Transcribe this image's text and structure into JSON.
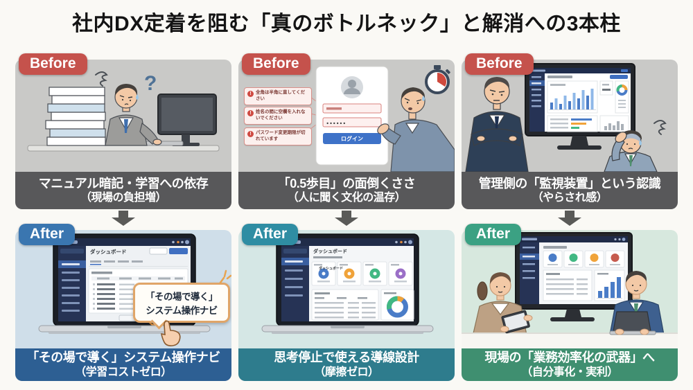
{
  "page": {
    "title": "社内DX定着を阻む「真のボトルネック」と解消への3本柱"
  },
  "badges": {
    "before": "Before",
    "after": "After"
  },
  "glyphs": {
    "question_mark": "?",
    "alert_mark": "!"
  },
  "columns": [
    {
      "before": {
        "caption": [
          "マニュアル暗記・学習への依存",
          "（現場の負担増）"
        ]
      },
      "after": {
        "caption": [
          "「その場で導く」システム操作ナビ",
          "（学習コストゼロ）"
        ],
        "tooltip": [
          "「その場で導く」",
          "システム操作ナビ"
        ],
        "screen_title": "ダッシュボード"
      }
    },
    {
      "before": {
        "caption": [
          "「0.5歩目」の面倒くささ",
          "（人に聞く文化の温存）"
        ],
        "login": {
          "errors": [
            "全角は半角に直してください",
            "姓名の間に空欄を入れないでください",
            "パスワード変更期限が切れています"
          ],
          "password_mask": "●●●●●●",
          "button_label": "ログイン"
        }
      },
      "after": {
        "caption": [
          "思考停止で使える導線設計",
          "（摩擦ゼロ）"
        ],
        "screen_title": "ダッシュボード"
      }
    },
    {
      "before": {
        "caption": [
          "管理側の「監視装置」という認識",
          "（やらされ感）"
        ]
      },
      "after": {
        "caption": [
          "現場の「業務効率化の武器」へ",
          "（自分事化・実利）"
        ]
      }
    }
  ],
  "colors": {
    "background": "#faf9f5",
    "title_text": "#141414",
    "before_badge": "#c5524c",
    "before_panel": "#c9c9c7",
    "before_caption_bg": "#58585a",
    "arrow": "#5a5a58",
    "after_themes": [
      {
        "badge": "#3a76b0",
        "panel": "#cfdee9",
        "caption_bg": "#2d5f93"
      },
      {
        "badge": "#2f8da3",
        "panel": "#d5e7e5",
        "caption_bg": "#2e7c8d"
      },
      {
        "badge": "#3ba183",
        "panel": "#d7e8de",
        "caption_bg": "#3f8f70"
      }
    ],
    "tooltip_border": "#e0a568",
    "accent_blue": "#3f6fc1",
    "error_red": "#cf4a42",
    "stat_circles": [
      "#4a7cc7",
      "#f0a33a",
      "#41b883",
      "#9b6fc7"
    ]
  }
}
